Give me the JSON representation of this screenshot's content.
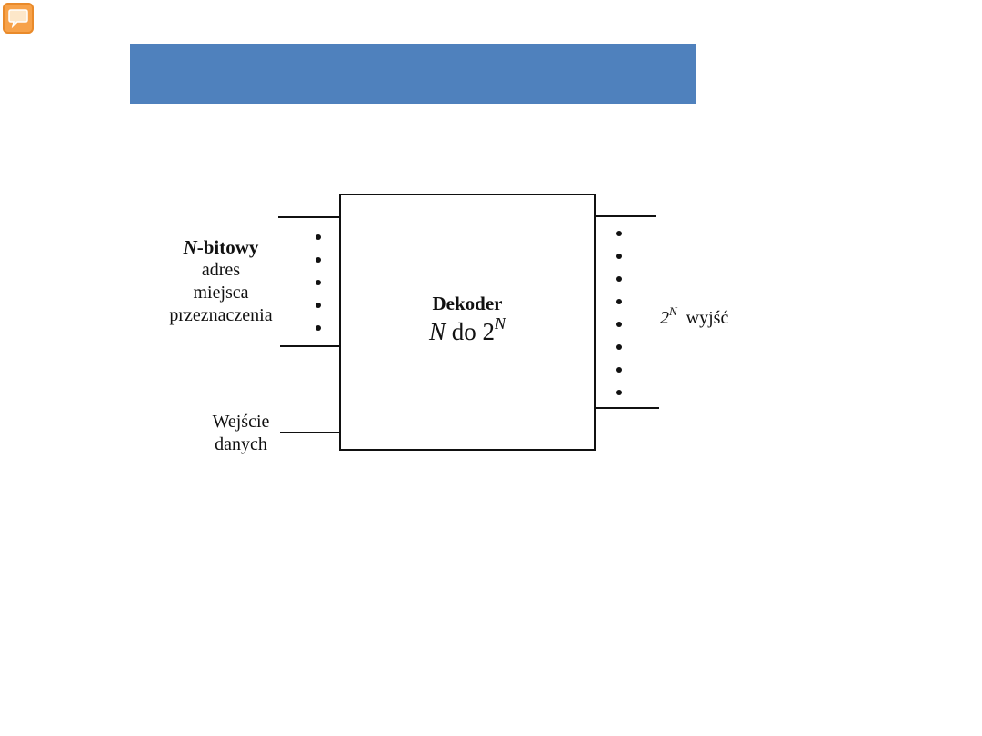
{
  "icon": {
    "name": "comment-icon",
    "color": "#f7a24a"
  },
  "title_bar": {
    "color": "#4f81bd",
    "text": ""
  },
  "decoder": {
    "name": "Dekoder",
    "range_prefix": "N",
    "range_mid": " do 2",
    "range_sup": "N"
  },
  "inputs": {
    "address_italic": "N",
    "address_bold": "-bitowy",
    "address_lines": [
      "adres",
      "miejsca",
      "przeznaczenia"
    ],
    "data_lines": [
      "Wejście",
      "danych"
    ]
  },
  "outputs": {
    "base": "2",
    "sup": "N",
    "label": "wyjść"
  }
}
